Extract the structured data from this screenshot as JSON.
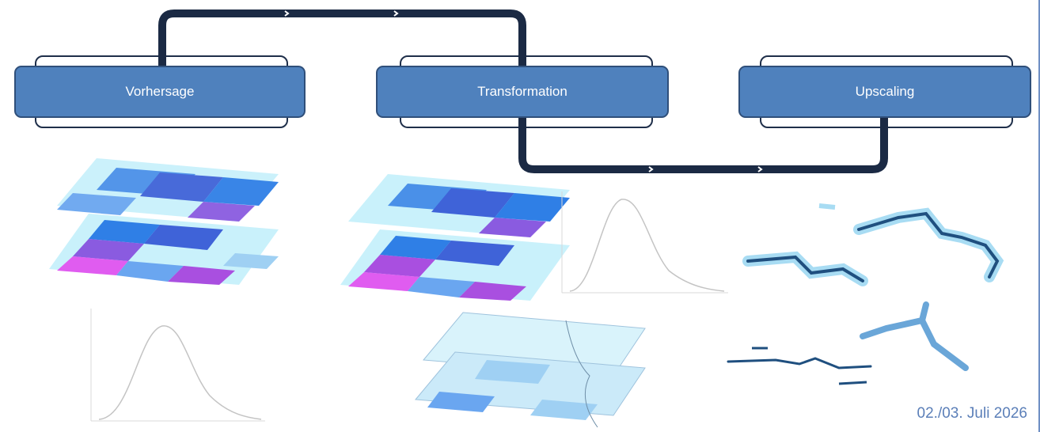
{
  "stages": [
    {
      "label": "Vorhersage"
    },
    {
      "label": "Transformation"
    },
    {
      "label": "Upscaling"
    }
  ],
  "date": "02./03. Juli 2026",
  "colors": {
    "box_fill": "#4f81bd",
    "box_border": "#2f4f7a",
    "connector": "#1b2a44",
    "tile_light": "#c9f1fb",
    "tile_mid": "#4a90e8",
    "tile_dark": "#3f63d8",
    "tile_purple": "#8a5be0",
    "tile_magenta": "#e05cf0",
    "river_dark": "#1f4f7f",
    "river_halo": "#a8dcf3"
  },
  "icons": [
    "chevron-right-icon"
  ]
}
